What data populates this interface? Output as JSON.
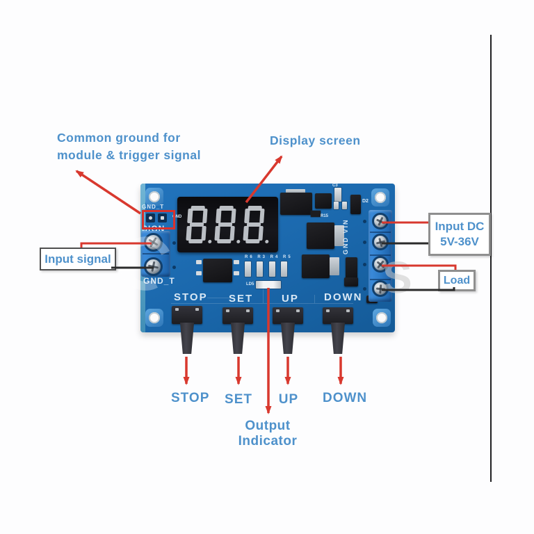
{
  "callouts": {
    "common_ground_line1": "Common ground for",
    "common_ground_line2": "module & trigger signal",
    "display_screen": "Display screen",
    "input_signal": "Input signal",
    "input_dc_line1": "Input DC",
    "input_dc_line2": "5V-36V",
    "load": "Load",
    "button_stop": "STOP",
    "button_set": "SET",
    "button_up": "UP",
    "button_down": "DOWN",
    "output_indicator": "Output Indicator"
  },
  "board": {
    "silkscreen": {
      "gnd_t_top": "GND_T",
      "gnd_small": "GND",
      "sign": "SIGN",
      "gnd_t_bottom": "GND_T",
      "stop": "STOP",
      "set": "SET",
      "up": "UP",
      "down": "DOWN",
      "gnd_vin": "GND VIN",
      "r15": "R15",
      "c3": "C3",
      "d2": "D2",
      "resistor_labels": "R6 R3 R4 R5",
      "led_label": "LD5"
    },
    "display": {
      "digits": "888",
      "decimal_points": true
    }
  },
  "watermark": {
    "letter": "S"
  },
  "colors": {
    "label_blue": "#4e91cb",
    "arrow_red": "#d8382e",
    "line_black": "#2b2b2b",
    "pcb_blue": "#1a67ab",
    "terminal_blue": "#2d82d2",
    "silkscreen_white": "#d9e8f5",
    "display_segment": "#caced4"
  }
}
